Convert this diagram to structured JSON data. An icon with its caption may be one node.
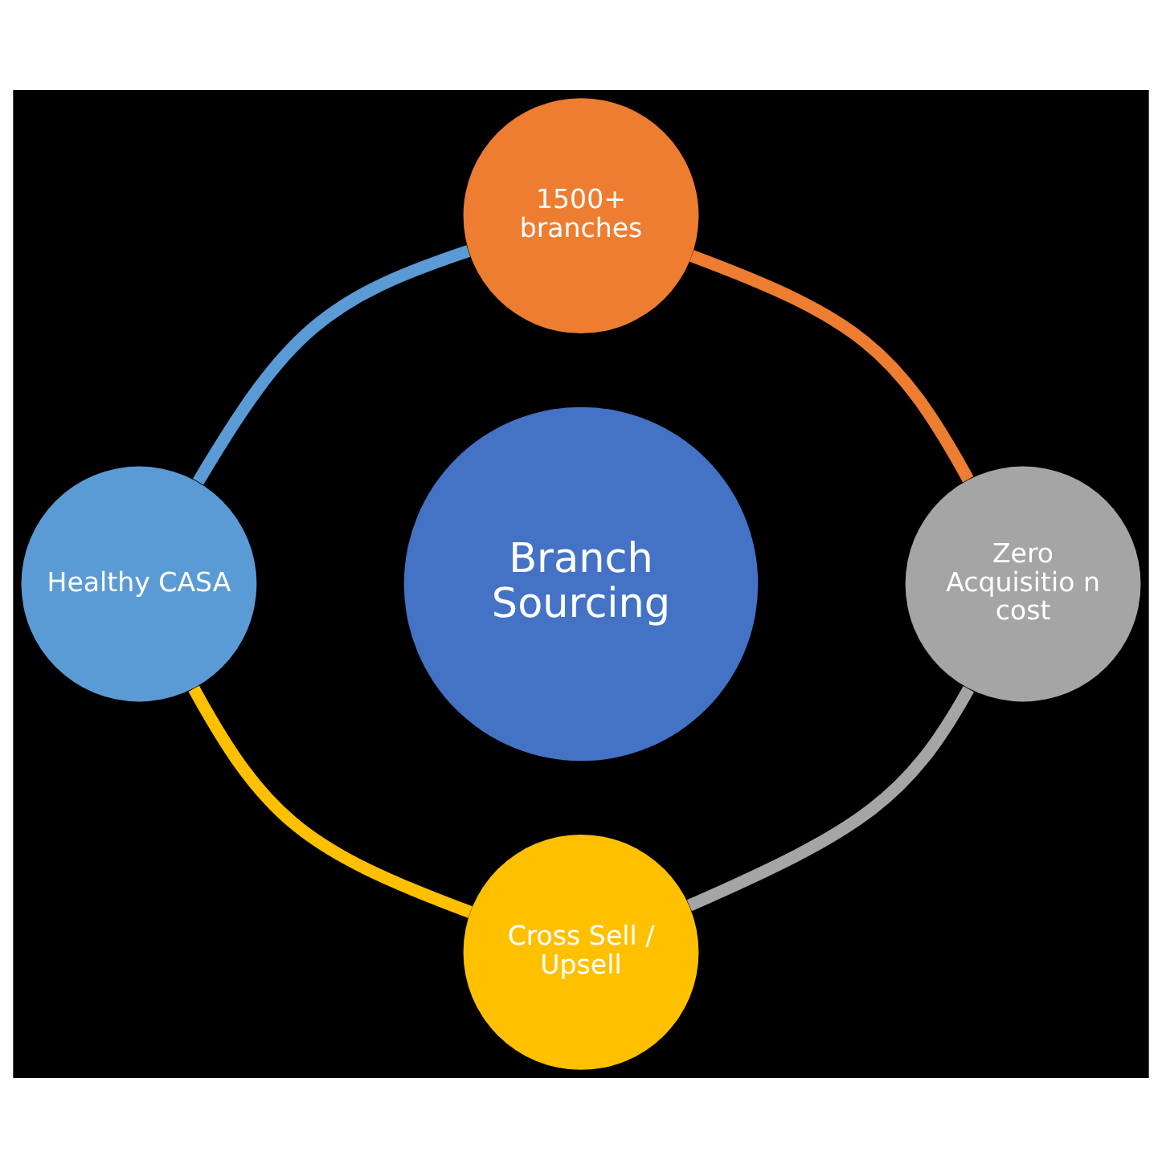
{
  "diagram": {
    "nodes": [
      {
        "text": [
          "Branch Sourcing"
        ]
      },
      {
        "text": [
          "1500+ branches"
        ]
      },
      {
        "text": [
          "Zero Acquisitio n cost"
        ]
      },
      {
        "text": [
          "Cross Sell / Upsell"
        ]
      },
      {
        "text": [
          "Healthy CASA"
        ]
      }
    ],
    "edges": [
      {
        "from": 1,
        "to": 2,
        "arrow": "none",
        "color": "#ed7d31"
      },
      {
        "from": 2,
        "to": 3,
        "arrow": "none",
        "color": "#a5a5a5"
      },
      {
        "from": 3,
        "to": 4,
        "arrow": "none",
        "color": "#ffc000"
      },
      {
        "from": 4,
        "to": 1,
        "arrow": "none",
        "color": "#5b9bd5"
      }
    ]
  }
}
